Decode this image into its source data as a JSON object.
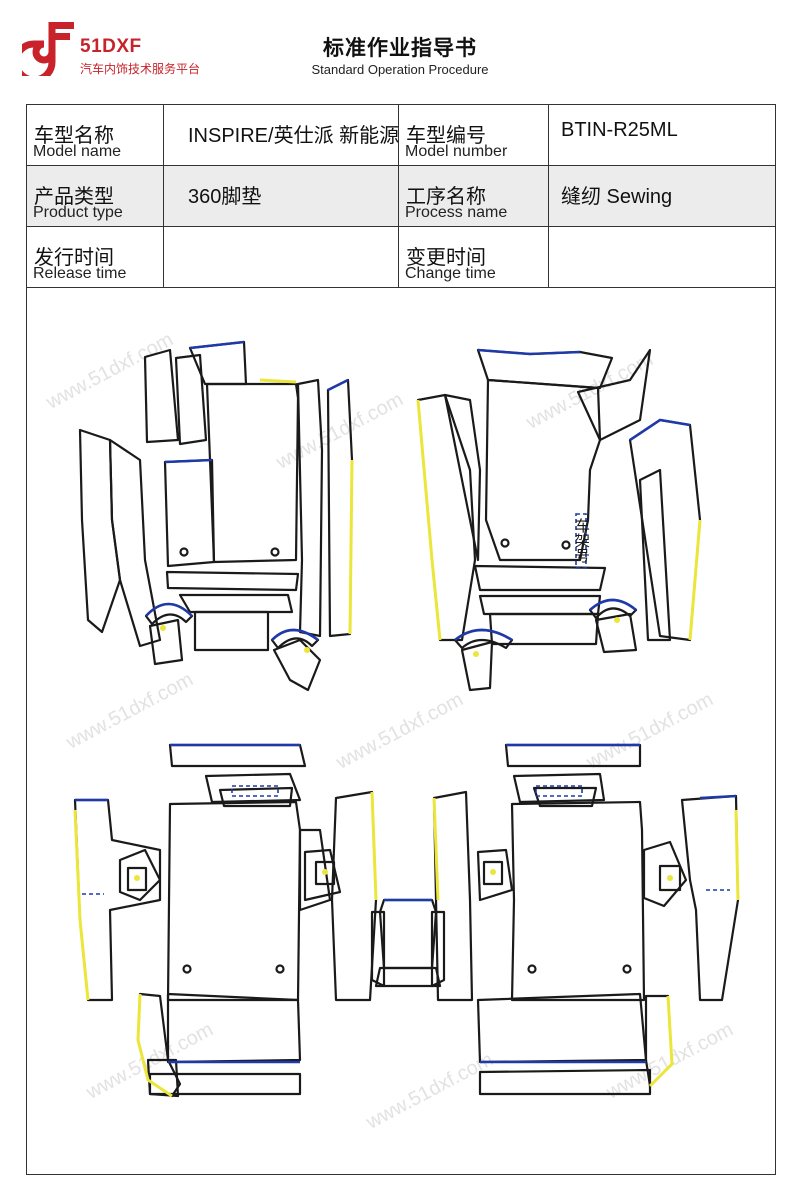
{
  "header": {
    "logo_text": "51DXF",
    "logo_subtitle": "汽车内饰技术服务平台",
    "title": "标准作业指导书",
    "subtitle": "Standard Operation Procedure"
  },
  "info": {
    "model_name": {
      "label_cn": "车型名称",
      "label_en": "Model name",
      "value": "INSPIRE/英仕派 新能源"
    },
    "model_number": {
      "label_cn": "车型编号",
      "label_en": "Model number",
      "value": "BTIN-R25ML"
    },
    "product_type": {
      "label_cn": "产品类型",
      "label_en": "Product type",
      "value": "360脚垫"
    },
    "process_name": {
      "label_cn": "工序名称",
      "label_en": "Process name",
      "value": "缝纫 Sewing"
    },
    "release_time": {
      "label_cn": "发行时间",
      "label_en": "Release time",
      "value": ""
    },
    "change_time": {
      "label_cn": "变更时间",
      "label_en": "Change time",
      "value": ""
    }
  },
  "diagram": {
    "frame_label": "车架号",
    "watermark": "www.51dxf.com",
    "colors": {
      "outline": "#1a1a1a",
      "edge_blue": "#1f3aa8",
      "edge_yellow": "#ece53a",
      "brand": "#c8222a"
    }
  }
}
